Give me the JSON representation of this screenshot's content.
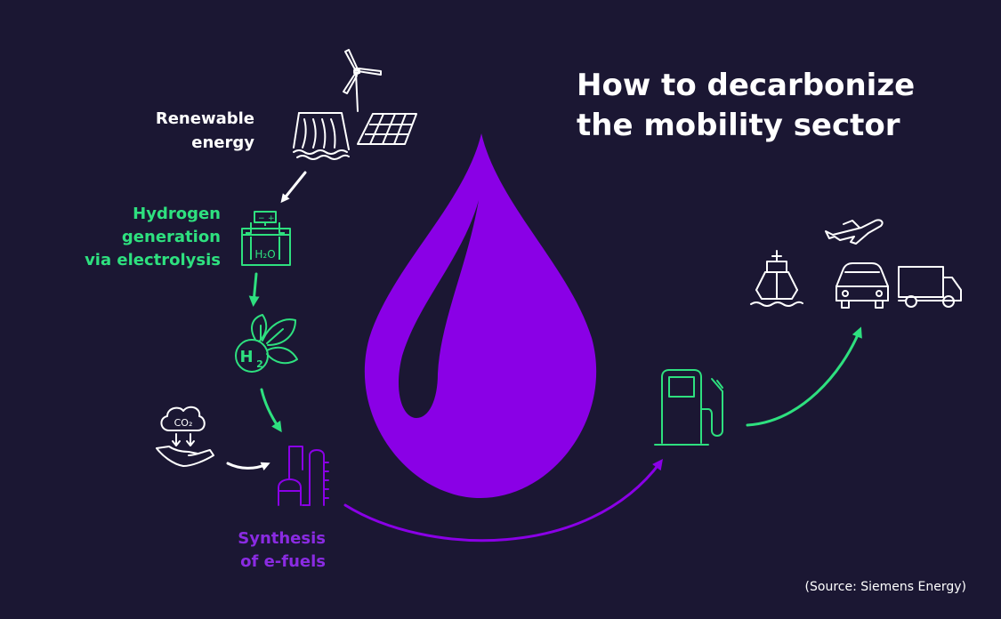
{
  "title": "How to decarbonize\nthe mobility sector",
  "labels": {
    "renewable": "Renewable\nenergy",
    "hydrogen": "Hydrogen\ngeneration\nvia electrolysis",
    "synthesis": "Synthesis\nof e-fuels"
  },
  "icon_text": {
    "electrolyzer": "H₂O",
    "hydrogen": "H",
    "hydrogen_sub": "2",
    "co2": "CO₂",
    "battery_plus": "+",
    "battery_minus": "−"
  },
  "source": "(Source: Siemens Energy)",
  "colors": {
    "background": "#1b1733",
    "green": "#2ee07f",
    "purple": "#8a00e6",
    "white": "#ffffff"
  },
  "icons": [
    "wind-turbine-icon",
    "dam-icon",
    "solar-panel-icon",
    "electrolyzer-icon",
    "hydrogen-leaf-icon",
    "co2-capture-icon",
    "synthesis-plant-icon",
    "fuel-drop-icon",
    "fuel-pump-icon",
    "airplane-icon",
    "ship-icon",
    "car-icon",
    "truck-icon"
  ]
}
